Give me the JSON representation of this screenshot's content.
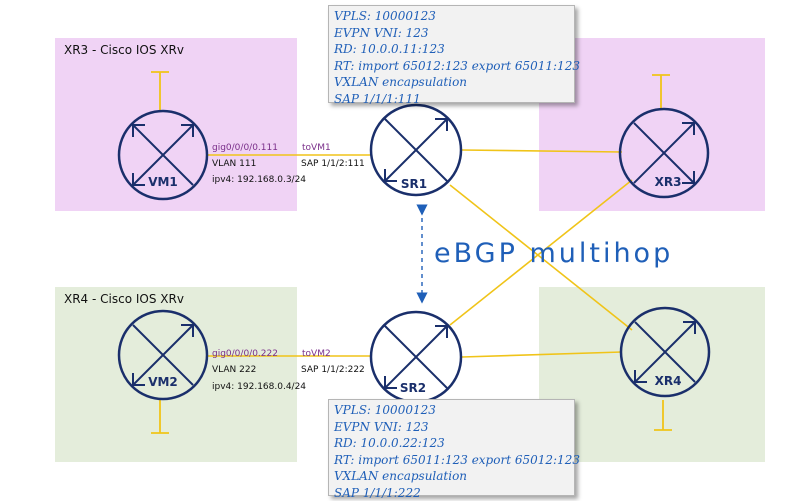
{
  "regions": {
    "xr3": {
      "label": "XR3 - Cisco IOS XRv",
      "color": "#f0d3f5"
    },
    "xr4": {
      "label": "XR4 - Cisco IOS XRv",
      "color": "#e4eddb"
    }
  },
  "routers": {
    "vm1": "VM1",
    "vm2": "VM2",
    "sr1": "SR1",
    "sr2": "SR2",
    "xr3": "XR3",
    "xr4": "XR4"
  },
  "links": {
    "vm1_sr1": {
      "iface": "gig0/0/0/0.111",
      "vlan": "VLAN 111",
      "ipv4": "ipv4: 192.168.0.3/24",
      "remote": "toVM1",
      "sap": "SAP 1/1/2:111"
    },
    "vm2_sr2": {
      "iface": "gig0/0/0/0.222",
      "vlan": "VLAN 222",
      "ipv4": "ipv4: 192.168.0.4/24",
      "remote": "toVM2",
      "sap": "SAP 1/1/2:222"
    }
  },
  "info_sr1": [
    "VPLS: 10000123",
    "EVPN VNI: 123",
    "RD: 10.0.0.11:123",
    "RT: import 65012:123 export 65011:123",
    "VXLAN encapsulation",
    "SAP 1/1/1:111"
  ],
  "info_sr2": [
    "VPLS: 10000123",
    "EVPN VNI: 123",
    "RD: 10.0.0.22:123",
    "RT: import 65011:123 export 65012:123",
    "VXLAN encapsulation",
    "SAP 1/1/1:222"
  ],
  "ebgp_label": "eBGP multihop",
  "colors": {
    "router_stroke": "#1a2f6b",
    "link": "#f0c419",
    "text_blue": "#1f5fb8",
    "iface_purple": "#7a2f8a"
  }
}
